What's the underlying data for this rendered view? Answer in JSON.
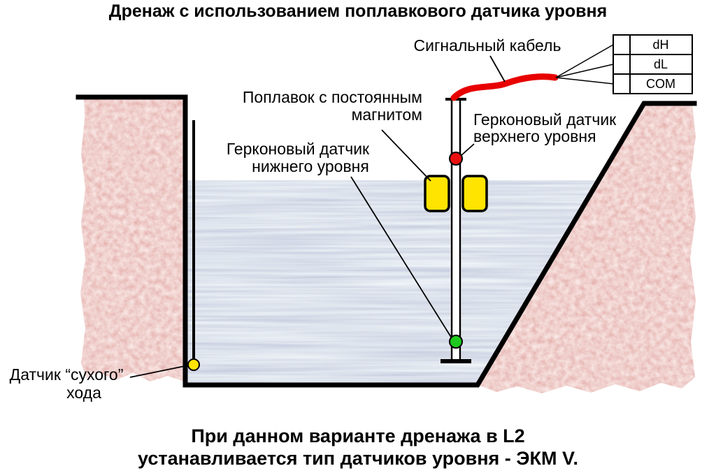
{
  "title": "Дренаж с использованием поплавкового датчика уровня",
  "caption": {
    "line1": "При данном варианте дренажа в L2",
    "line2": "устанавливается тип датчиков уровня - ЭКМ V."
  },
  "labels": {
    "signal_cable": "Сигнальный кабель",
    "float_magnet": {
      "line1": "Поплавок с постоянным",
      "line2": "магнитом"
    },
    "reed_upper": {
      "line1": "Герконовый датчик",
      "line2": "верхнего уровня"
    },
    "reed_lower": {
      "line1": "Герконовый датчик",
      "line2": "нижнего уровня"
    },
    "dry_run": {
      "line1": "Датчик “сухого”",
      "line2": "хода"
    }
  },
  "terminal_block": {
    "rows": [
      "dH",
      "dL",
      "COM"
    ]
  },
  "colors": {
    "ground": "#f0a29c",
    "water": "#b7c2da",
    "cable": "#e80000",
    "float": "#ffe400",
    "sensor_upper": "#e81010",
    "sensor_lower": "#1ec81e",
    "sensor_dry": "#ffe400",
    "outline": "#000000"
  }
}
